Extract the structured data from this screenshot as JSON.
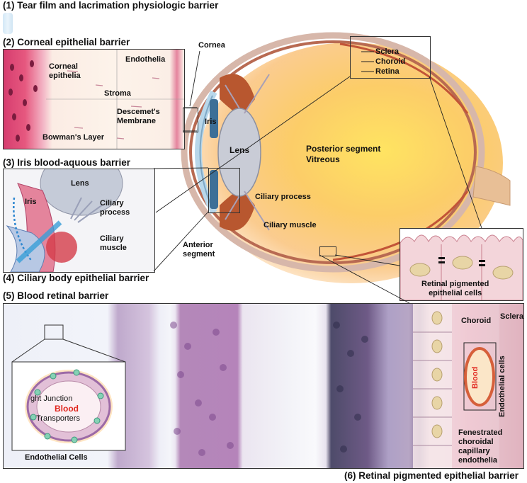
{
  "sections": {
    "s1": "(1) Tear film and lacrimation physiologic barrier",
    "s2": "(2) Corneal epithelial barrier",
    "s3": "(3) Iris blood-aquous barrier",
    "s4": "(4) Ciliary body epithelial barrier",
    "s5": "(5) Blood retinal barrier",
    "s6": "(6) Retinal pigmented epithelial barrier"
  },
  "cornea_panel": {
    "epithelia": [
      "Corneal",
      "epithelia"
    ],
    "endothelia": "Endothelia",
    "stroma": "Stroma",
    "descemet": [
      "Descemet's",
      "Membrane"
    ],
    "bowman": "Bowman's Layer"
  },
  "eye": {
    "cornea": "Cornea",
    "iris": "Iris",
    "lens": "Lens",
    "posterior": [
      "Posterior segment",
      "Vitreous"
    ],
    "ciliary_process": "Ciliary process",
    "ciliary_muscle": "Ciliary muscle",
    "anterior": [
      "Anterior",
      "segment"
    ],
    "sclera": "Sclera",
    "choroid": "Choroid",
    "retina": "Retina"
  },
  "iris_panel": {
    "lens": "Lens",
    "iris": "Iris",
    "ciliary_process": [
      "Ciliary",
      "process"
    ],
    "ciliary_muscle": [
      "Ciliary",
      "muscle"
    ]
  },
  "rpe_panel": {
    "caption": [
      "Retinal pigmented",
      "epithelial cells"
    ]
  },
  "retina_panel": {
    "tight_junction": "ght Junction",
    "blood": "Blood",
    "transporters": "Transporters",
    "endothelial_cells": "Endothelial Cells",
    "choroid": "Choroid",
    "sclera": "Sclera",
    "blood_right": "Blood",
    "endothelial_vertical": "Endothelial cells",
    "fenestrated": [
      "Fenestrated",
      "choroidal",
      "capillary",
      "endothelia"
    ]
  },
  "colors": {
    "tissue_pink": "#e7a5ba",
    "tissue_purple": "#9c6aa6",
    "blood_red": "#e0261e",
    "glow_orange": "#f7a133"
  }
}
